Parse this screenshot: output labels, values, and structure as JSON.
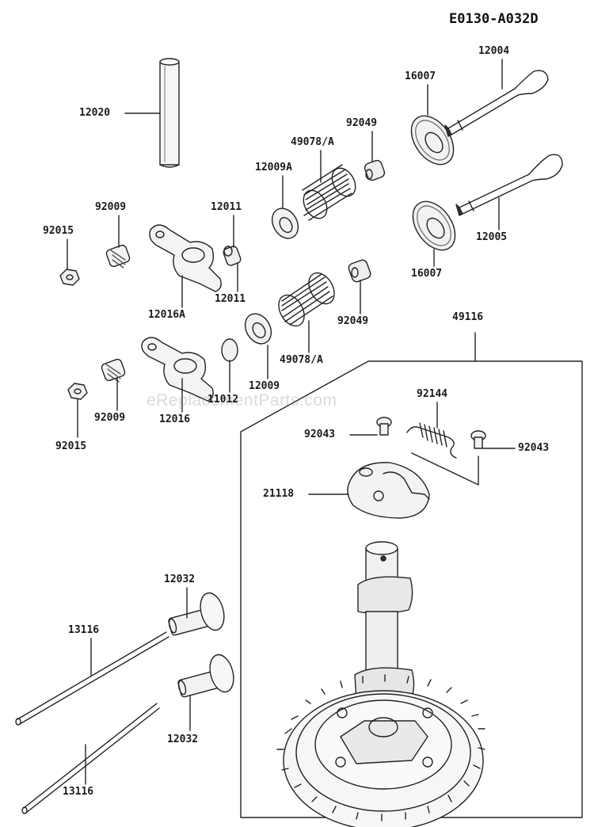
{
  "diagram_code": "E0130-A032D",
  "watermark": "eReplacementParts.com",
  "labels": {
    "p12020": "12020",
    "p16007a": "16007",
    "p12004": "12004",
    "p92049a": "92049",
    "p49078a": "49078/A",
    "p12009a": "12009A",
    "p12005": "12005",
    "p16007b": "16007",
    "p92009a": "92009",
    "p92015a": "92015",
    "p12011a": "12011",
    "p12011b": "12011",
    "p12016a": "12016A",
    "p92049b": "92049",
    "p49078b": "49078/A",
    "p49116": "49116",
    "p12009": "12009",
    "p11012": "11012",
    "p12016": "12016",
    "p92009b": "92009",
    "p92015b": "92015",
    "p92144": "92144",
    "p92043a": "92043",
    "p92043b": "92043",
    "p21118": "21118",
    "p12032a": "12032",
    "p13116a": "13116",
    "p12032b": "12032",
    "p13116b": "13116"
  }
}
